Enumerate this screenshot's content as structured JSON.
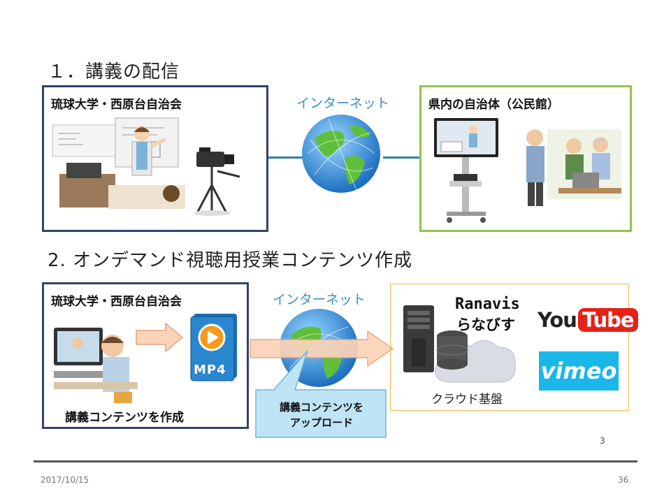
{
  "section1": {
    "heading": "１．講義の配信",
    "left_box_title": "琉球大学・西原台自治会",
    "internet_label": "インターネット",
    "right_box_title": "県内の自治体（公民館）"
  },
  "section2": {
    "heading": "2.  オンデマンド視聴用授業コンテンツ作成",
    "left_box_title": "琉球大学・西原台自治会",
    "left_box_caption": "講義コンテンツを作成",
    "mp4_label": "MP4",
    "internet_label": "インターネット",
    "callout_line1": "講義コンテンツを",
    "callout_line2": "アップロード",
    "ranavis_en": "Ranavis",
    "ranavis_jp": "らなびす",
    "youtube_you": "You",
    "youtube_tube": "Tube",
    "vimeo": "vimeo",
    "cloud_label": "クラウド基盤"
  },
  "slide_number": "3",
  "footer": {
    "date": "2017/10/15",
    "page": "36"
  },
  "colors": {
    "navy_border": "#2f4463",
    "green_border": "#8fc34a",
    "gold_border": "#e6b94a",
    "internet_text": "#3a8fcf",
    "arrow_fill": "#fbd3b8",
    "arrow_stroke": "#e8a27a",
    "callout_fill": "#bfe4f6",
    "youtube_red": "#e62117",
    "vimeo_blue": "#1ab7ea"
  }
}
